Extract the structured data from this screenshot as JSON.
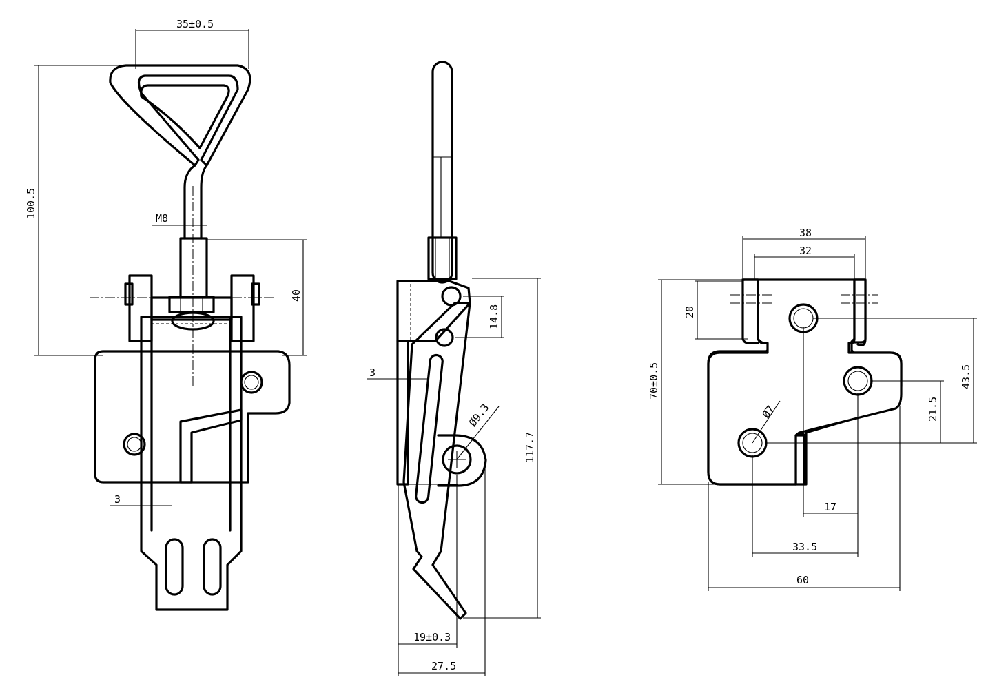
{
  "dimensions": {
    "front": {
      "handle_width": "35±0.5",
      "overall_height": "100.5",
      "thread": "M8",
      "height_40": "40",
      "plate_thickness": "3"
    },
    "side": {
      "pin_offset": "14.8",
      "plate_thickness": "3",
      "hole_diameter": "Ø9.3",
      "overall_height": "117.7",
      "width_19": "19±0.3",
      "width_27": "27.5"
    },
    "base": {
      "width_38": "38",
      "width_32": "32",
      "height_20": "20",
      "height_70": "70±0.5",
      "hole_diameter": "Ø7",
      "height_43": "43.5",
      "height_21": "21.5",
      "width_17": "17",
      "width_33": "33.5",
      "width_60": "60"
    }
  }
}
